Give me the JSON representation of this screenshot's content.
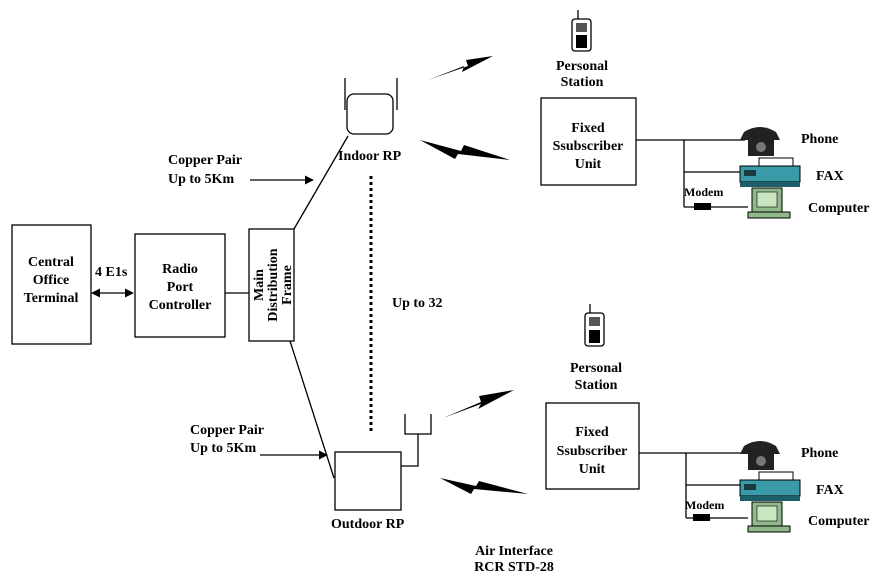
{
  "nodes": {
    "central_office": [
      "Central",
      "Office",
      "Terminal"
    ],
    "radio_port_controller": [
      "Radio",
      "Port",
      "Controller"
    ],
    "main_distribution_frame": [
      "Main",
      "Distribution",
      "Frame"
    ],
    "indoor_rp": "Indoor RP",
    "outdoor_rp": "Outdoor RP",
    "fsu_top": [
      "Fixed",
      "Ssubscriber",
      "Unit"
    ],
    "fsu_bottom": [
      "Fixed",
      "Ssubscriber",
      "Unit"
    ],
    "personal_station_top": [
      "Personal",
      "Station"
    ],
    "personal_station_bottom": [
      "Personal",
      "Station"
    ]
  },
  "labels": {
    "e1s": "4 E1s",
    "copper_top": [
      "Copper Pair",
      "Up to 5Km"
    ],
    "copper_bottom": [
      "Copper Pair",
      "Up to 5Km"
    ],
    "up_to_32": "Up to 32",
    "air_interface": [
      "Air Interface",
      "RCR STD-28"
    ]
  },
  "terminals_top": {
    "phone": "Phone",
    "fax": "FAX",
    "modem": "Modem",
    "computer": "Computer"
  },
  "terminals_bottom": {
    "phone": "Phone",
    "fax": "FAX",
    "modem": "Modem",
    "computer": "Computer"
  },
  "colors": {
    "fax_teal": "#3a9aa8",
    "computer_green": "#8fb98a",
    "phone_dark": "#222222"
  }
}
